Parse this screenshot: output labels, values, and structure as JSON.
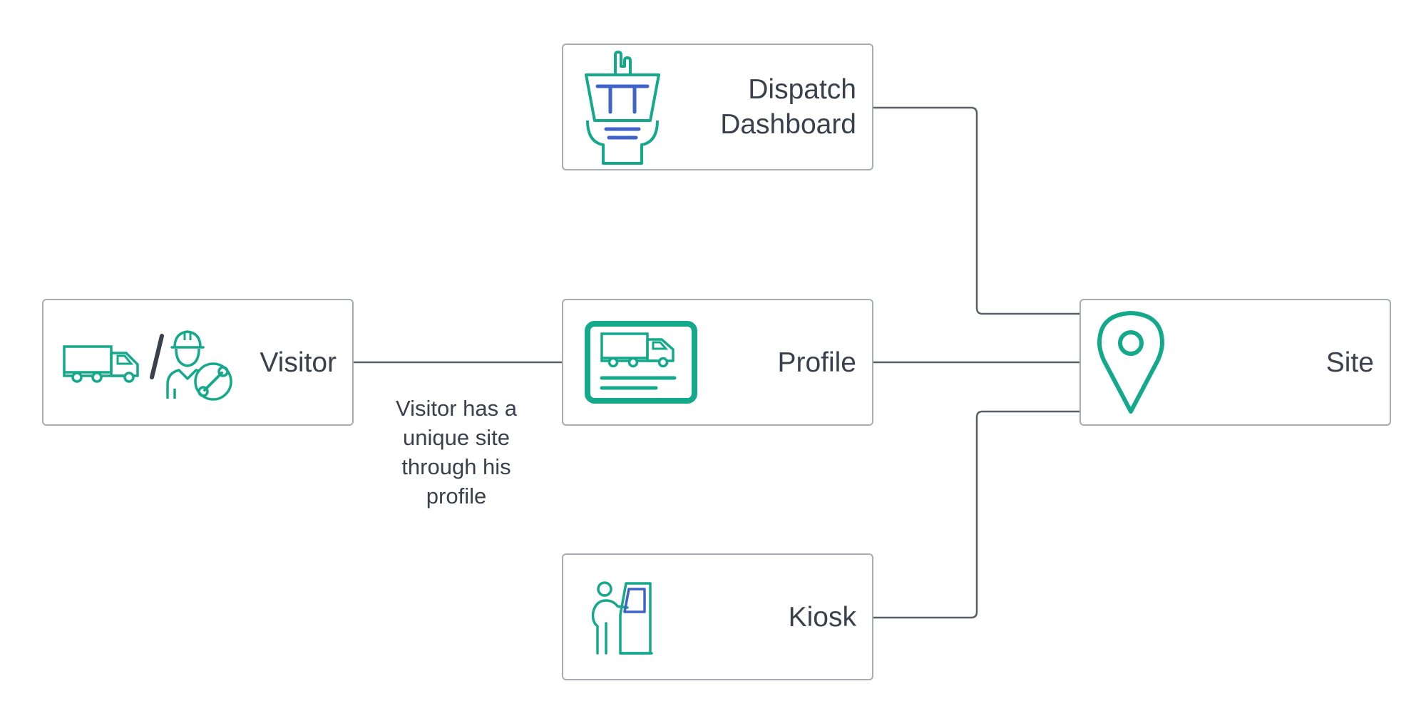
{
  "nodes": {
    "dispatch": {
      "label": "Dispatch\nDashboard",
      "icon": "control-tower-icon"
    },
    "visitor": {
      "label": "Visitor",
      "icons": [
        "truck-icon",
        "slash-separator",
        "mechanic-icon"
      ]
    },
    "profile": {
      "label": "Profile",
      "icon": "truck-card-icon"
    },
    "site": {
      "label": "Site",
      "icon": "map-pin-icon"
    },
    "kiosk": {
      "label": "Kiosk",
      "icon": "kiosk-icon"
    }
  },
  "edges": [
    {
      "from": "dispatch",
      "to": "site"
    },
    {
      "from": "visitor",
      "to": "profile",
      "label": "Visitor has a unique site through his profile"
    },
    {
      "from": "profile",
      "to": "site"
    },
    {
      "from": "kiosk",
      "to": "site"
    }
  ],
  "colors": {
    "accent": "#13a98a",
    "accent_blue": "#3f63c8",
    "border": "#a9acb3",
    "line": "#5a5f66",
    "text": "#3a414c"
  }
}
